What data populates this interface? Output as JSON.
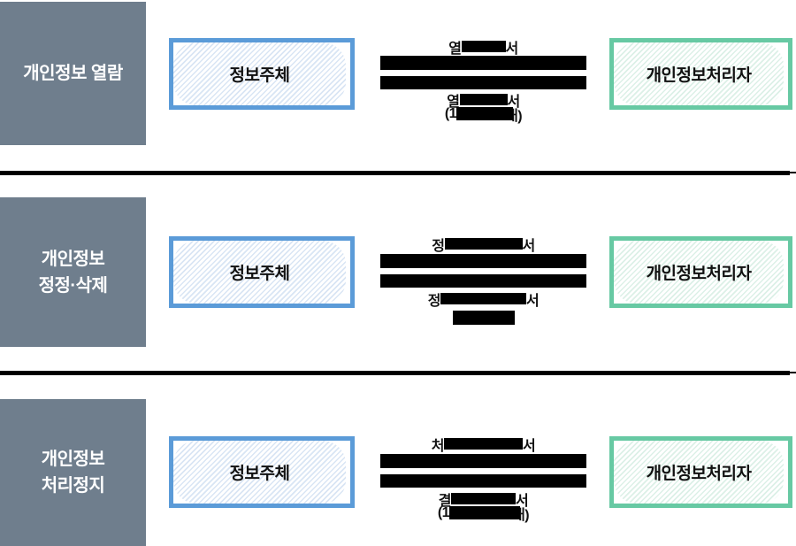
{
  "diagram_title": "개인정보 열람·정정·삭제·처리정지 절차 (3-row flow diagram, center arrow labels partially redacted with black bars)",
  "colors": {
    "section_label_bg": "#6f7e8d",
    "section_label_text": "#ffffff",
    "subject_frame": "#5b9bd8",
    "subject_stripe": "#d9e5f4",
    "processor_frame": "#67c9a3",
    "processor_stripe": "#dcf0e7",
    "redaction": "#000000",
    "separator": "#000000"
  },
  "sections": [
    {
      "row_label": {
        "line1": "개인정보 열람",
        "line2": ""
      },
      "subject_label": "정보주체",
      "processor_label": "개인정보처리자",
      "flow": {
        "request_line": {
          "visible_start": "열",
          "visible_end": "서"
        },
        "response_line": {
          "visible_start": "열",
          "visible_end": "서"
        },
        "response_sub_line": {
          "visible_start": "(1",
          "visible_end": "내)"
        }
      }
    },
    {
      "row_label": {
        "line1": "개인정보",
        "line2": "정정·삭제"
      },
      "subject_label": "정보주체",
      "processor_label": "개인정보처리자",
      "flow": {
        "request_line": {
          "visible_start": "정",
          "visible_end": "서"
        },
        "response_line": {
          "visible_start": "정",
          "visible_end": "서"
        },
        "response_sub_line": {
          "visible_start": "",
          "visible_end": ""
        }
      }
    },
    {
      "row_label": {
        "line1": "개인정보",
        "line2": "처리정지"
      },
      "subject_label": "정보주체",
      "processor_label": "개인정보처리자",
      "flow": {
        "request_line": {
          "visible_start": "처",
          "visible_end": "서"
        },
        "response_line": {
          "visible_start": "결",
          "visible_end": "서"
        },
        "response_sub_line": {
          "visible_start": "(1",
          "visible_end": "내)"
        }
      }
    }
  ]
}
